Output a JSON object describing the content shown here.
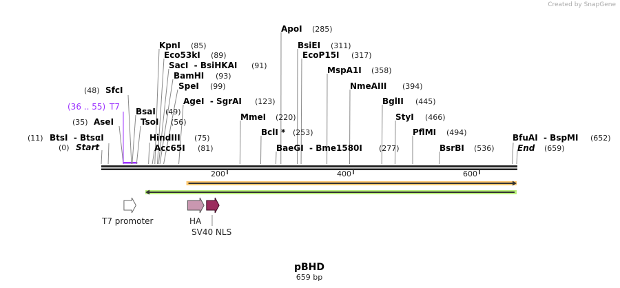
{
  "credit": "Created by SnapGene",
  "map": {
    "name": "pBHD",
    "length_label": "659 bp",
    "length": 659
  },
  "ticks": [
    200,
    400,
    600
  ],
  "sites": [
    {
      "name": "Start",
      "pos": 0,
      "label": "(0)"
    },
    {
      "name": "BtsI  - BtsαI",
      "pos": 11,
      "label": "(11)"
    },
    {
      "name": "AseI",
      "pos": 35,
      "label": "(35)"
    },
    {
      "name": "T7",
      "pos": 36,
      "label": "(36 .. 55)"
    },
    {
      "name": "SfcI",
      "pos": 48,
      "label": "(48)"
    },
    {
      "name": "BsaI",
      "pos": 49,
      "label": "(49)"
    },
    {
      "name": "TsoI",
      "pos": 56,
      "label": "(56)"
    },
    {
      "name": "HindIII",
      "pos": 75,
      "label": "(75)"
    },
    {
      "name": "Acc65I",
      "pos": 81,
      "label": "(81)"
    },
    {
      "name": "KpnI",
      "pos": 85,
      "label": "(85)"
    },
    {
      "name": "Eco53kI",
      "pos": 89,
      "label": "(89)"
    },
    {
      "name": "SacI  - BsiHKAI",
      "pos": 91,
      "label": "(91)"
    },
    {
      "name": "BamHI",
      "pos": 93,
      "label": "(93)"
    },
    {
      "name": "SpeI",
      "pos": 99,
      "label": "(99)"
    },
    {
      "name": "AgeI  - SgrAI",
      "pos": 123,
      "label": "(123)"
    },
    {
      "name": "MmeI",
      "pos": 220,
      "label": "(220)"
    },
    {
      "name": "BclI *",
      "pos": 253,
      "label": "(253)"
    },
    {
      "name": "BaeGI  - Bme1580I",
      "pos": 277,
      "label": "(277)"
    },
    {
      "name": "ApoI",
      "pos": 285,
      "label": "(285)"
    },
    {
      "name": "BsiEI",
      "pos": 311,
      "label": "(311)"
    },
    {
      "name": "EcoP15I",
      "pos": 317,
      "label": "(317)"
    },
    {
      "name": "MspA1I",
      "pos": 358,
      "label": "(358)"
    },
    {
      "name": "NmeAIII",
      "pos": 394,
      "label": "(394)"
    },
    {
      "name": "BglII",
      "pos": 445,
      "label": "(445)"
    },
    {
      "name": "StyI",
      "pos": 466,
      "label": "(466)"
    },
    {
      "name": "PflMI",
      "pos": 494,
      "label": "(494)"
    },
    {
      "name": "BsrBI",
      "pos": 536,
      "label": "(536)"
    },
    {
      "name": "BfuAI  - BspMI",
      "pos": 652,
      "label": "(652)"
    },
    {
      "name": "End",
      "pos": 659,
      "label": "(659)"
    }
  ],
  "features": [
    {
      "name": "T7 promoter",
      "start": 36,
      "end": 55,
      "color": "#ffffff"
    },
    {
      "name": "HA",
      "start": 137,
      "end": 163,
      "color": "#c997b0"
    },
    {
      "name": "SV40 NLS",
      "start": 167,
      "end": 187,
      "color": "#9b2d5e"
    }
  ],
  "orfs": [
    {
      "start": 135,
      "end": 659,
      "direction": "forward",
      "color": "#ffc870"
    },
    {
      "start": 70,
      "end": 659,
      "direction": "reverse",
      "color": "#b9f07a"
    }
  ],
  "colors": {
    "primer": "#9b30ff",
    "backbone": "#222222"
  }
}
